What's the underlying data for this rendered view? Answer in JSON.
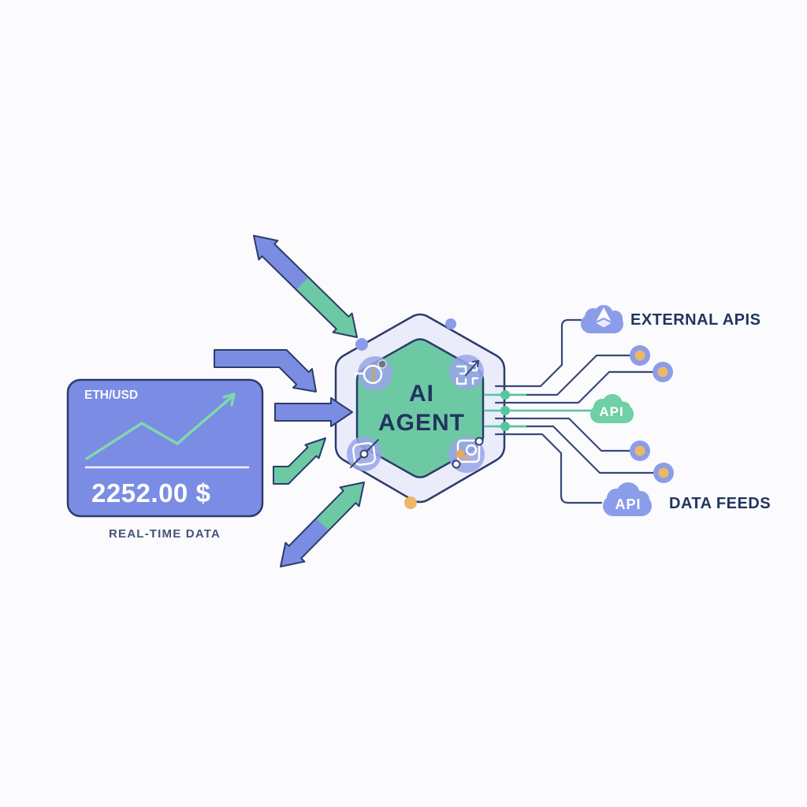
{
  "colors": {
    "outline": "#2c3c6b",
    "hex-outer": "#eaedf9",
    "hex-inner": "#6cc9a4",
    "arrow-blue": "#7b8de2",
    "arrow-green": "#6cc9a4",
    "card": "#7b8ce4",
    "chart-green": "#7fd9ab",
    "line-navy": "#3a4878",
    "line-green": "#56c69e",
    "badge": "#99a5e9",
    "cloud-blue": "#8b9cea",
    "cloud-green": "#6fcfa6",
    "orange": "#edb863",
    "text-navy": "#22345f",
    "text-slate": "#43537c"
  },
  "price_card": {
    "pair": "ETH/USD",
    "price": "2252.00 $",
    "caption": "REAL-TIME DATA",
    "sparkline_points": "110,582 180,537 225,563 296,502"
  },
  "agent_hexagon": {
    "title_line1": "AI",
    "title_line2": "AGENT"
  },
  "right_panel": {
    "external_apis_label": "EXTERNAL APIS",
    "data_feeds_label": "DATA FEEDS",
    "green_cloud_label": "API",
    "blue_cloud_label": "API"
  }
}
